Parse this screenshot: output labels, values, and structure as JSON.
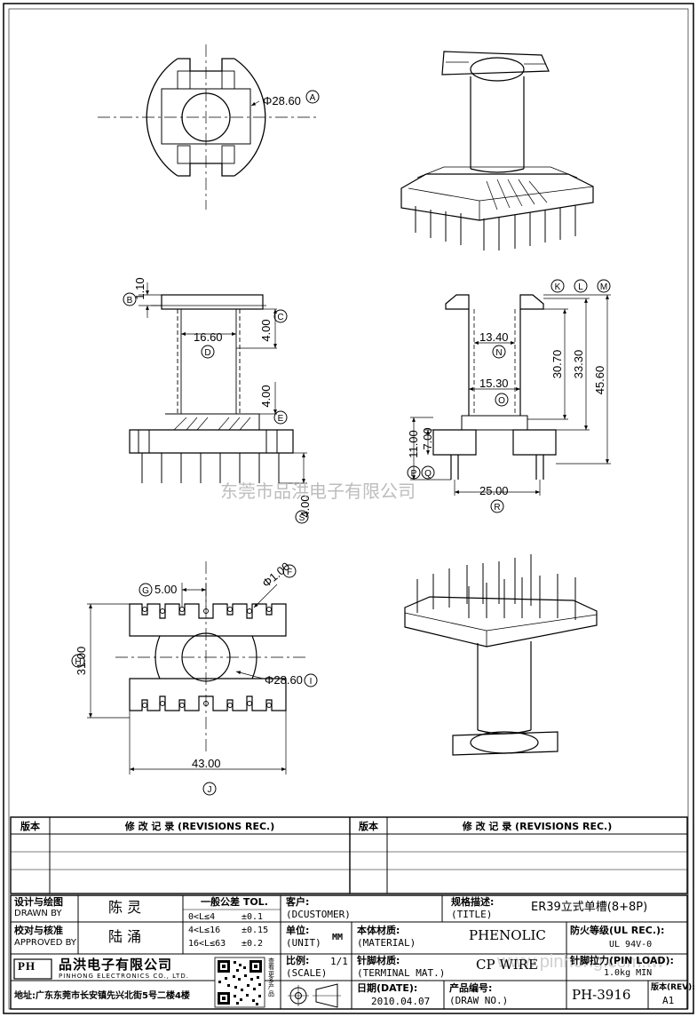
{
  "drawing": {
    "dims": {
      "top_dia": "Φ28.60",
      "b": "1.10",
      "c": "4.00",
      "d": "16.60",
      "e": "4.00",
      "s": "4.00",
      "k_n": "13.40",
      "o": "15.30",
      "h1": "30.70",
      "h2": "33.30",
      "h3": "45.60",
      "p": "11.00",
      "q": "7.00",
      "r": "25.00",
      "g": "5.00",
      "f": "Φ1.00",
      "h": "31.00",
      "i": "Φ28.60",
      "j": "43.00"
    },
    "labels": {
      "a": "A",
      "b": "B",
      "c": "C",
      "d": "D",
      "e": "E",
      "f": "F",
      "g": "G",
      "h": "H",
      "i": "I",
      "j": "J",
      "k": "K",
      "l": "L",
      "m": "M",
      "n": "N",
      "o": "O",
      "p": "P",
      "q": "Q",
      "r": "R",
      "s": "S"
    }
  },
  "watermark": {
    "company_cn": "东莞市品洪电子有限公司",
    "url": "www.pinhong.com.tw"
  },
  "revisions": {
    "col_version": "版本",
    "col_record": "修 改 记 录 (REVISIONS REC.)"
  },
  "title_block": {
    "designer_label_cn": "设计与绘图",
    "designer_label_en": "DRAWN BY",
    "designer": "陈 灵",
    "checker_label_cn": "校对与核准",
    "checker_label_en": "APPROVED BY",
    "checker": "陆 涌",
    "tol_title": "一般公差 TOL.",
    "tol_rows": [
      {
        "range": "0<L≤4",
        "value": "±0.1"
      },
      {
        "range": "4<L≤16",
        "value": "±0.15"
      },
      {
        "range": "16<L≤63",
        "value": "±0.2"
      }
    ],
    "customer_label_cn": "客户:",
    "customer_label_en": "(DCUSTOMER)",
    "unit_label_cn": "单位:",
    "unit_label_en": "(UNIT)",
    "unit": "MM",
    "scale_label_cn": "比例:",
    "scale_label_en": "(SCALE)",
    "scale": "1/1",
    "material_label_cn": "本体材质:",
    "material_label_en": "(MATERIAL)",
    "material": "PHENOLIC",
    "terminal_label_cn": "针脚材质:",
    "terminal_label_en": "(TERMINAL MAT.)",
    "terminal": "CP WIRE",
    "date_label": "日期(DATE):",
    "date": "2010.04.07",
    "title_label_cn": "规格描述:",
    "title_label_en": "(TITLE)",
    "title": "ER39立式单槽(8+8P)",
    "drawno_label_cn": "产品编号:",
    "drawno_label_en": "(DRAW NO.)",
    "drawno": "PH-3916",
    "fire_label": "防火等级(UL REC.):",
    "fire": "UL 94V-0",
    "pinload_label": "针脚拉力(PIN LOAD):",
    "pinload": "1.0kg MIN",
    "rev_label": "版本(REV):",
    "rev": "A1",
    "company_cn": "品洪电子有限公司",
    "company_en": "PINHONG ELECTRONICS CO., LTD.",
    "logo": "PH",
    "address": "地址:广东东莞市长安镇先兴北街5号二楼4楼",
    "qr_side": "查看更多产品"
  }
}
